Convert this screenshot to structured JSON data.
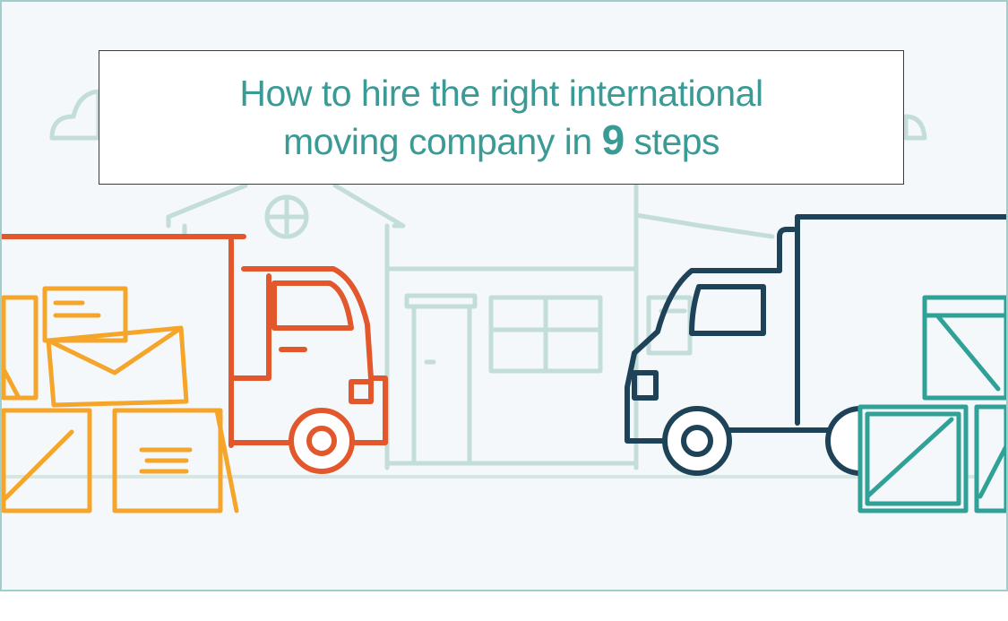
{
  "title": {
    "line1": "How to hire the right international",
    "line2_before": "moving company in ",
    "line2_number": "9",
    "line2_after": " steps"
  },
  "colors": {
    "background": "#f5f8fa",
    "title_text": "#3a9a95",
    "frame_border": "#9fcfcb",
    "house_outline": "#c3ddd8",
    "left_truck": "#e2572b",
    "left_boxes": "#f4a52a",
    "right_truck": "#1e4257",
    "right_crates": "#2fa197"
  },
  "scene": {
    "left_truck_icon": "delivery-truck-icon",
    "right_truck_icon": "delivery-truck-icon",
    "house_icon": "house-icon",
    "cloud_icon": "cloud-icon",
    "box_icon": "cardboard-box-icon",
    "crate_icon": "wooden-crate-icon"
  }
}
